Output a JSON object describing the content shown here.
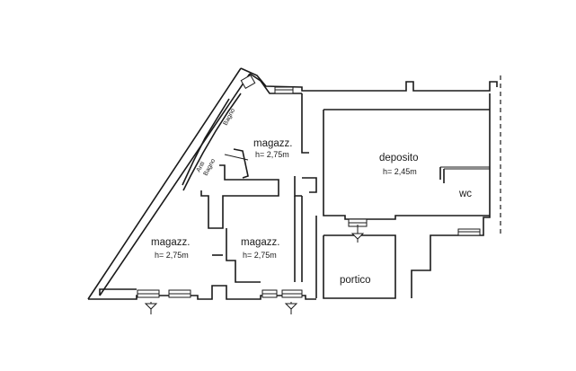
{
  "rooms": {
    "magazz_top": {
      "name": "magazz.",
      "height": "h= 2,75m"
    },
    "deposito": {
      "name": "deposito",
      "height": "h= 2,45m"
    },
    "wc": {
      "name": "wc"
    },
    "magazz_left": {
      "name": "magazz.",
      "height": "h= 2,75m"
    },
    "magazz_mid": {
      "name": "magazz.",
      "height": "h= 2,75m"
    },
    "portico": {
      "name": "portico"
    },
    "anti_bagno": {
      "line1": "Anti",
      "line2": "Bagno"
    },
    "bagno": {
      "name": "Bagno"
    }
  },
  "colors": {
    "line": "#1a1a1a",
    "background": "#ffffff"
  }
}
